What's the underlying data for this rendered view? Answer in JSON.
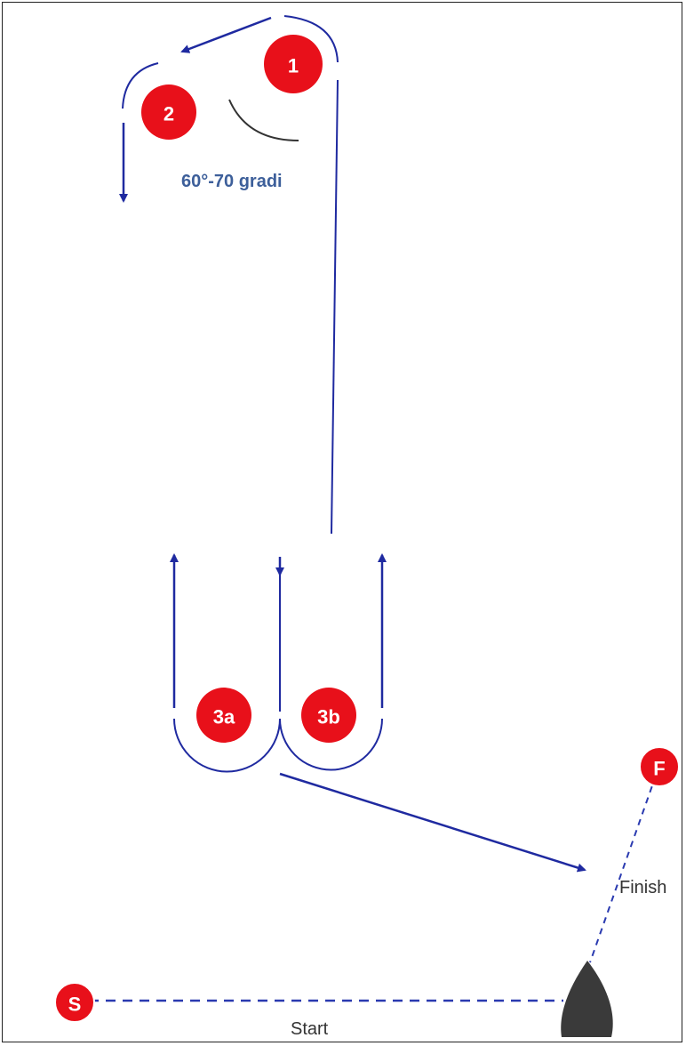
{
  "marks": {
    "mark_1": "1",
    "mark_2": "2",
    "mark_3a": "3a",
    "mark_3b": "3b",
    "mark_start": "S",
    "mark_finish": "F"
  },
  "labels": {
    "angle": "60°-70 gradi",
    "finish_line": "Finish",
    "start_line": "Start"
  },
  "colors": {
    "mark_fill": "#e8101a",
    "course_line": "#1f2aa0",
    "dashed_line": "#2a3ab0",
    "committee_boat": "#3a3a3a"
  }
}
